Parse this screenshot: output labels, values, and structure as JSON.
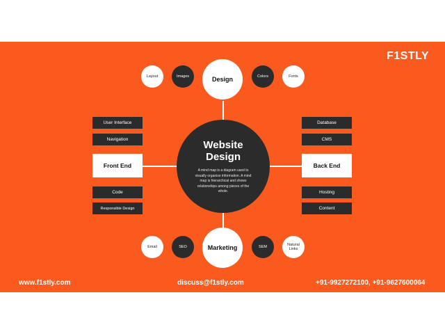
{
  "logo": "F1STLY",
  "center": {
    "title_line1": "Website",
    "title_line2": "Design",
    "description": "A mind map is a diagram used to visually organise information. A mind map is hierarchical and shows relationships among pieces of the whole."
  },
  "top": {
    "main": "Design",
    "left_light": "Layout",
    "left_dark": "Images",
    "right_dark": "Colors",
    "right_light": "Fonts"
  },
  "bottom": {
    "main": "Marketing",
    "left_light": "Email",
    "left_dark": "SEO",
    "right_dark": "SEM",
    "right_light": "Natural Links"
  },
  "left": {
    "main": "Front End",
    "items_top": [
      "User Interface",
      "Navigation"
    ],
    "items_bottom": [
      "Code",
      "Responsible Design"
    ]
  },
  "right": {
    "main": "Back End",
    "items_top": [
      "Database",
      "CMS"
    ],
    "items_bottom": [
      "Hosting",
      "Content"
    ]
  },
  "footer": {
    "website": "www.f1stly.com",
    "email": "discuss@f1stly.com",
    "phones": "+91-9927272100, +91-9627600064"
  },
  "colors": {
    "background": "#fb5a1e",
    "dark": "#2b2b2b",
    "light": "#ffffff"
  }
}
